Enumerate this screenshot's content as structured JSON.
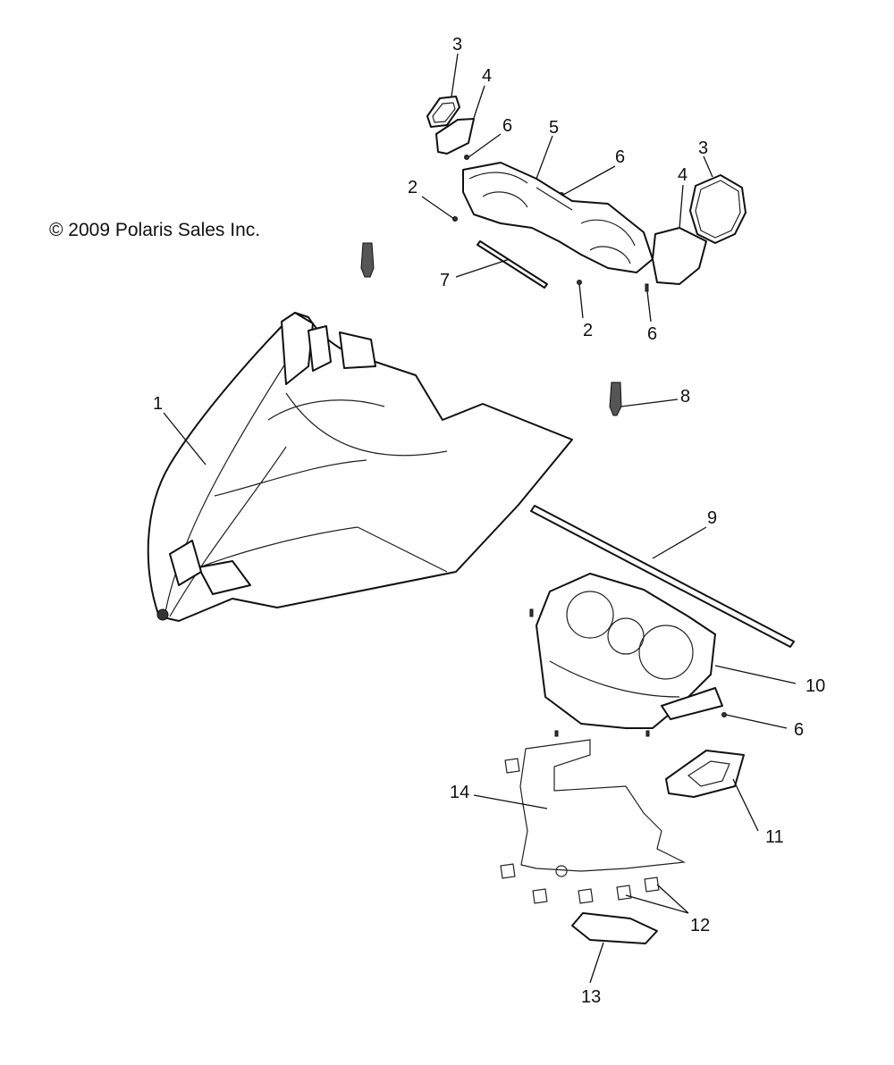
{
  "copyright": "© 2009 Polaris Sales Inc.",
  "callouts": [
    {
      "id": "c3a",
      "label": "3"
    },
    {
      "id": "c4a",
      "label": "4"
    },
    {
      "id": "c6a",
      "label": "6"
    },
    {
      "id": "c5",
      "label": "5"
    },
    {
      "id": "c6b",
      "label": "6"
    },
    {
      "id": "c3b",
      "label": "3"
    },
    {
      "id": "c4b",
      "label": "4"
    },
    {
      "id": "c2a",
      "label": "2"
    },
    {
      "id": "c7",
      "label": "7"
    },
    {
      "id": "c2b",
      "label": "2"
    },
    {
      "id": "c6c",
      "label": "6"
    },
    {
      "id": "c1",
      "label": "1"
    },
    {
      "id": "c8",
      "label": "8"
    },
    {
      "id": "c9",
      "label": "9"
    },
    {
      "id": "c10",
      "label": "10"
    },
    {
      "id": "c6d",
      "label": "6"
    },
    {
      "id": "c14",
      "label": "14"
    },
    {
      "id": "c11",
      "label": "11"
    },
    {
      "id": "c12",
      "label": "12"
    },
    {
      "id": "c13",
      "label": "13"
    }
  ]
}
